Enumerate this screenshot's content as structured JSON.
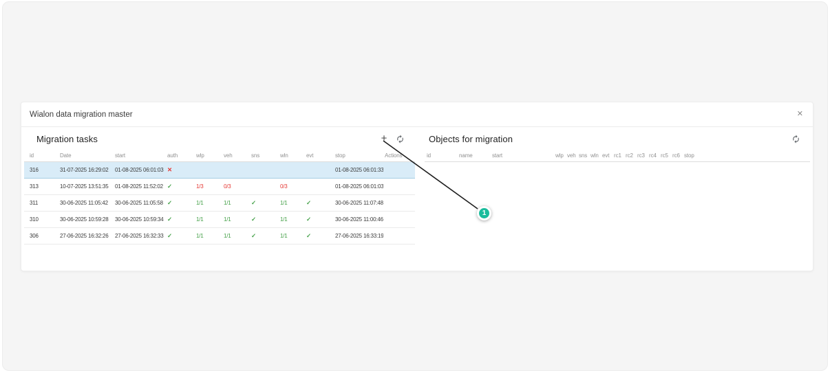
{
  "dialog": {
    "title": "Wialon data migration master",
    "close_glyph": "✕"
  },
  "left_panel": {
    "title": "Migration tasks",
    "toolbar": {
      "add_glyph": "+"
    },
    "columns": [
      "id",
      "Date",
      "start",
      "auth",
      "wlp",
      "veh",
      "sns",
      "wln",
      "evt",
      "stop",
      "Actions"
    ],
    "rows": [
      {
        "selected": true,
        "cells": [
          {
            "text": "316"
          },
          {
            "text": "31-07-2025 16:29:02"
          },
          {
            "text": "01-08-2025 06:01:03"
          },
          {
            "icon": "cross"
          },
          {
            "text": ""
          },
          {
            "text": ""
          },
          {
            "text": ""
          },
          {
            "text": ""
          },
          {
            "text": ""
          },
          {
            "text": "01-08-2025 06:01:33"
          },
          {
            "text": ""
          }
        ]
      },
      {
        "selected": false,
        "cells": [
          {
            "text": "313"
          },
          {
            "text": "10-07-2025 13:51:35"
          },
          {
            "text": "01-08-2025 11:52:02"
          },
          {
            "icon": "check"
          },
          {
            "text": "1/3",
            "state": "bad"
          },
          {
            "text": "0/3",
            "state": "bad"
          },
          {
            "text": ""
          },
          {
            "text": "0/3",
            "state": "bad"
          },
          {
            "text": ""
          },
          {
            "text": "01-08-2025 06:01:03"
          },
          {
            "text": ""
          }
        ]
      },
      {
        "selected": false,
        "cells": [
          {
            "text": "311"
          },
          {
            "text": "30-06-2025 11:05:42"
          },
          {
            "text": "30-06-2025 11:05:58"
          },
          {
            "icon": "check"
          },
          {
            "text": "1/1",
            "state": "good"
          },
          {
            "text": "1/1",
            "state": "good"
          },
          {
            "icon": "check"
          },
          {
            "text": "1/1",
            "state": "good"
          },
          {
            "icon": "check"
          },
          {
            "text": "30-06-2025 11:07:48"
          },
          {
            "text": ""
          }
        ]
      },
      {
        "selected": false,
        "cells": [
          {
            "text": "310"
          },
          {
            "text": "30-06-2025 10:59:28"
          },
          {
            "text": "30-06-2025 10:59:34"
          },
          {
            "icon": "check"
          },
          {
            "text": "1/1",
            "state": "good"
          },
          {
            "text": "1/1",
            "state": "good"
          },
          {
            "icon": "check"
          },
          {
            "text": "1/1",
            "state": "good"
          },
          {
            "icon": "check"
          },
          {
            "text": "30-06-2025 11:00:46"
          },
          {
            "text": ""
          }
        ]
      },
      {
        "selected": false,
        "cells": [
          {
            "text": "306"
          },
          {
            "text": "27-06-2025 16:32:26"
          },
          {
            "text": "27-06-2025 16:32:33"
          },
          {
            "icon": "check"
          },
          {
            "text": "1/1",
            "state": "good"
          },
          {
            "text": "1/1",
            "state": "good"
          },
          {
            "icon": "check"
          },
          {
            "text": "1/1",
            "state": "good"
          },
          {
            "icon": "check"
          },
          {
            "text": "27-06-2025 16:33:19"
          },
          {
            "text": ""
          }
        ]
      }
    ]
  },
  "right_panel": {
    "title": "Objects for migration",
    "columns": [
      "id",
      "name",
      "start",
      "wlp",
      "veh",
      "sns",
      "wln",
      "evt",
      "rc1",
      "rc2",
      "rc3",
      "rc4",
      "rc5",
      "rc6",
      "stop"
    ],
    "rows": []
  },
  "callout": {
    "label": "1"
  },
  "glyphs": {
    "check": "✓",
    "cross": "✕"
  },
  "colors": {
    "accent_teal": "#1abc9c",
    "green": "#43a047",
    "red": "#e53935",
    "selected_row_bg": "#d9ecf8",
    "selected_row_border": "#a6cde4",
    "page_bg": "#f5f5f5"
  }
}
